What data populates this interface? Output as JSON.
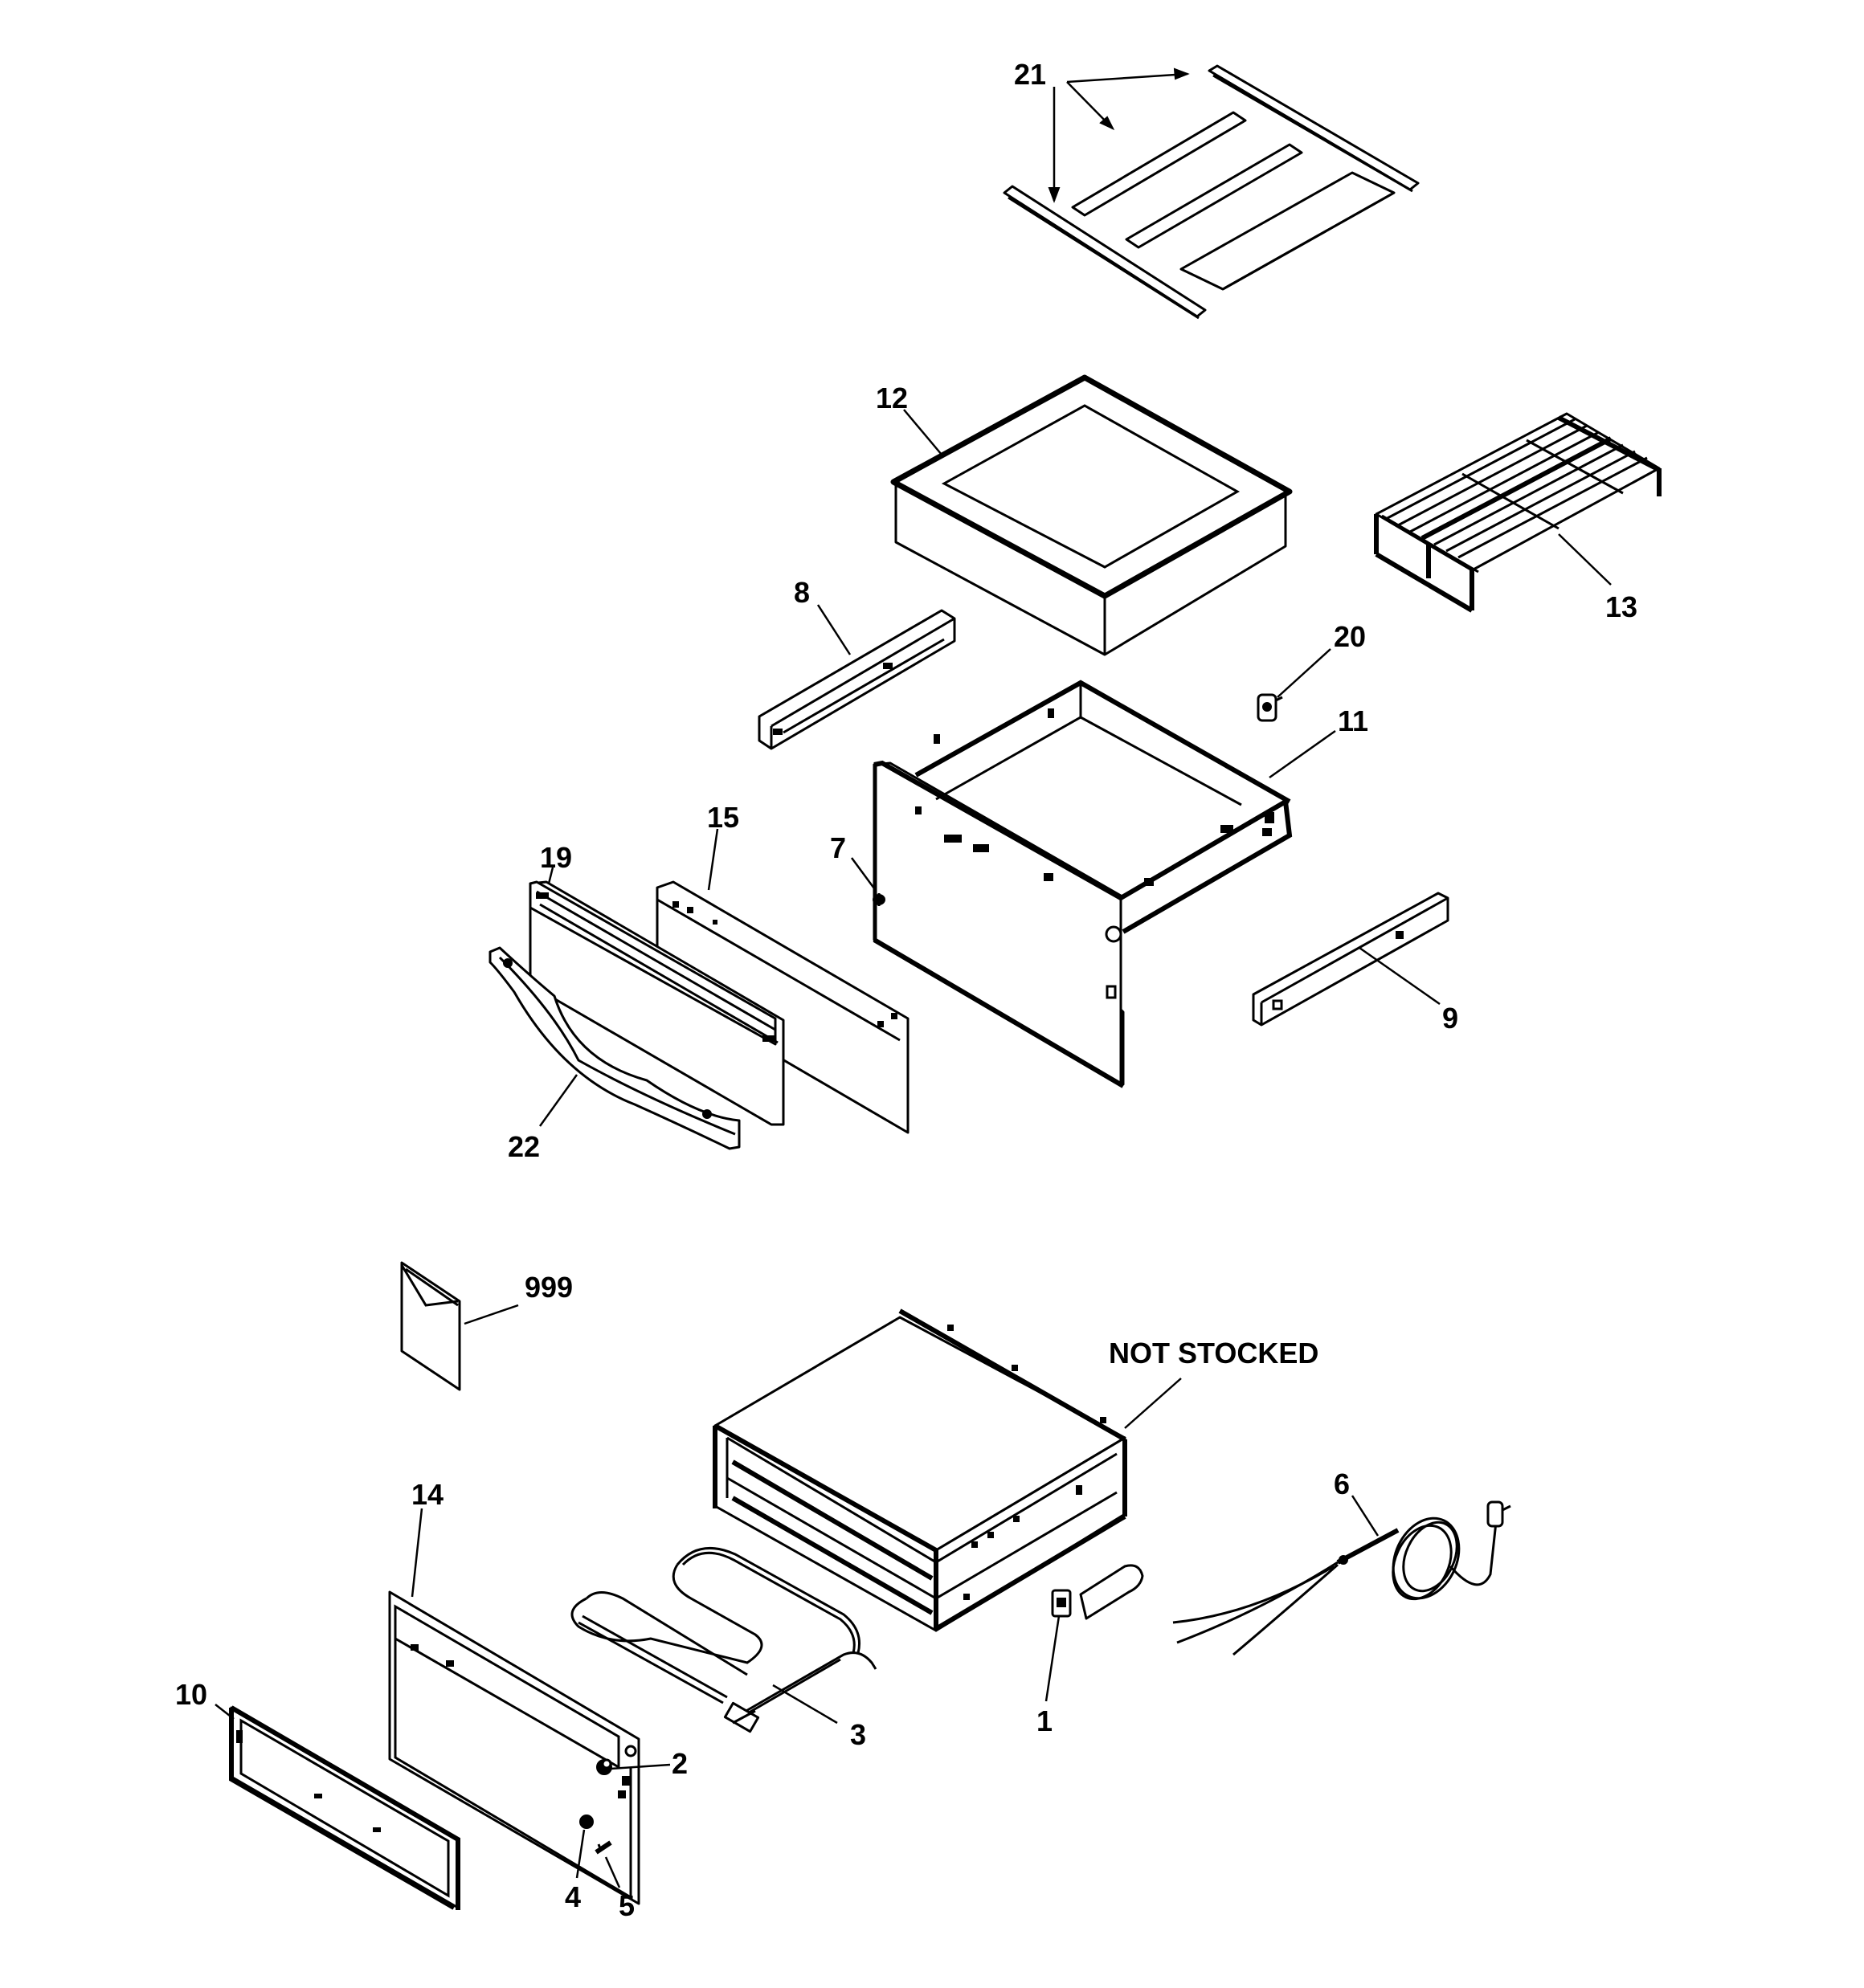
{
  "labels": {
    "p1": "1",
    "p2": "2",
    "p3": "3",
    "p4": "4",
    "p5": "5",
    "p6": "6",
    "p7": "7",
    "p8": "8",
    "p9": "9",
    "p10": "10",
    "p11": "11",
    "p12": "12",
    "p13": "13",
    "p14": "14",
    "p15": "15",
    "p19": "19",
    "p20": "20",
    "p21": "21",
    "p22": "22",
    "p999": "999",
    "not_stocked": "NOT STOCKED"
  },
  "colors": {
    "ink": "#000000",
    "paper": "#ffffff"
  }
}
